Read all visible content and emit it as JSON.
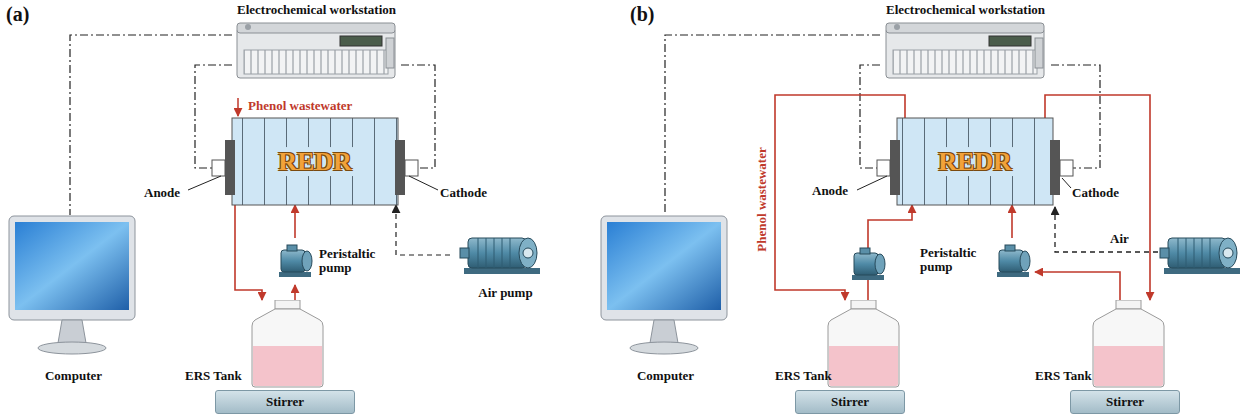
{
  "diagram": {
    "nodes": [
      {
        "text": [
          "Electrochemical workstation"
        ]
      },
      {
        "text": [
          "REDR"
        ]
      },
      {
        "text": [
          "Computer"
        ]
      },
      {
        "text": [
          "Peristaltic pump"
        ]
      },
      {
        "text": [
          "Air pump"
        ]
      },
      {
        "text": [
          "ERS Tank"
        ]
      },
      {
        "text": [
          "Stirrer"
        ]
      },
      {
        "text": [
          "Electrochemical workstation"
        ]
      },
      {
        "text": [
          "REDR"
        ]
      },
      {
        "text": [
          "Computer"
        ]
      },
      {
        "text": [
          "Peristaltic pump"
        ]
      },
      {
        "text": [
          "ERS Tank"
        ]
      },
      {
        "text": [
          "Stirrer"
        ]
      },
      {
        "text": [
          "ERS Tank"
        ]
      },
      {
        "text": [
          "Stirrer"
        ]
      }
    ],
    "edges": [
      {
        "from": 0,
        "to": 2,
        "arrow": "none"
      },
      {
        "from": 0,
        "to": 1,
        "arrow": "none"
      },
      {
        "from": 0,
        "to": 1,
        "arrow": "none"
      },
      {
        "from": 1,
        "to": 5,
        "arrow": "to"
      },
      {
        "from": 5,
        "to": 3,
        "arrow": "to"
      },
      {
        "from": 3,
        "to": 1,
        "arrow": "to"
      },
      {
        "from": 4,
        "to": 1,
        "arrow": "to"
      },
      {
        "from": 7,
        "to": 9,
        "arrow": "none"
      },
      {
        "from": 7,
        "to": 8,
        "arrow": "none"
      },
      {
        "from": 7,
        "to": 8,
        "arrow": "none"
      },
      {
        "from": 8,
        "to": 11,
        "label": "Phenol wastewater",
        "arrow": "to"
      },
      {
        "from": 11,
        "to": 8,
        "arrow": "to"
      },
      {
        "from": 8,
        "to": 13,
        "arrow": "to"
      },
      {
        "from": 13,
        "to": 10,
        "arrow": "to"
      },
      {
        "from": 10,
        "to": 8,
        "arrow": "to"
      }
    ],
    "labels": [
      "(a)",
      "Phenol wastewater",
      "Anode",
      "Cathode",
      "(b)",
      "Anode",
      "Cathode",
      "Air"
    ]
  }
}
